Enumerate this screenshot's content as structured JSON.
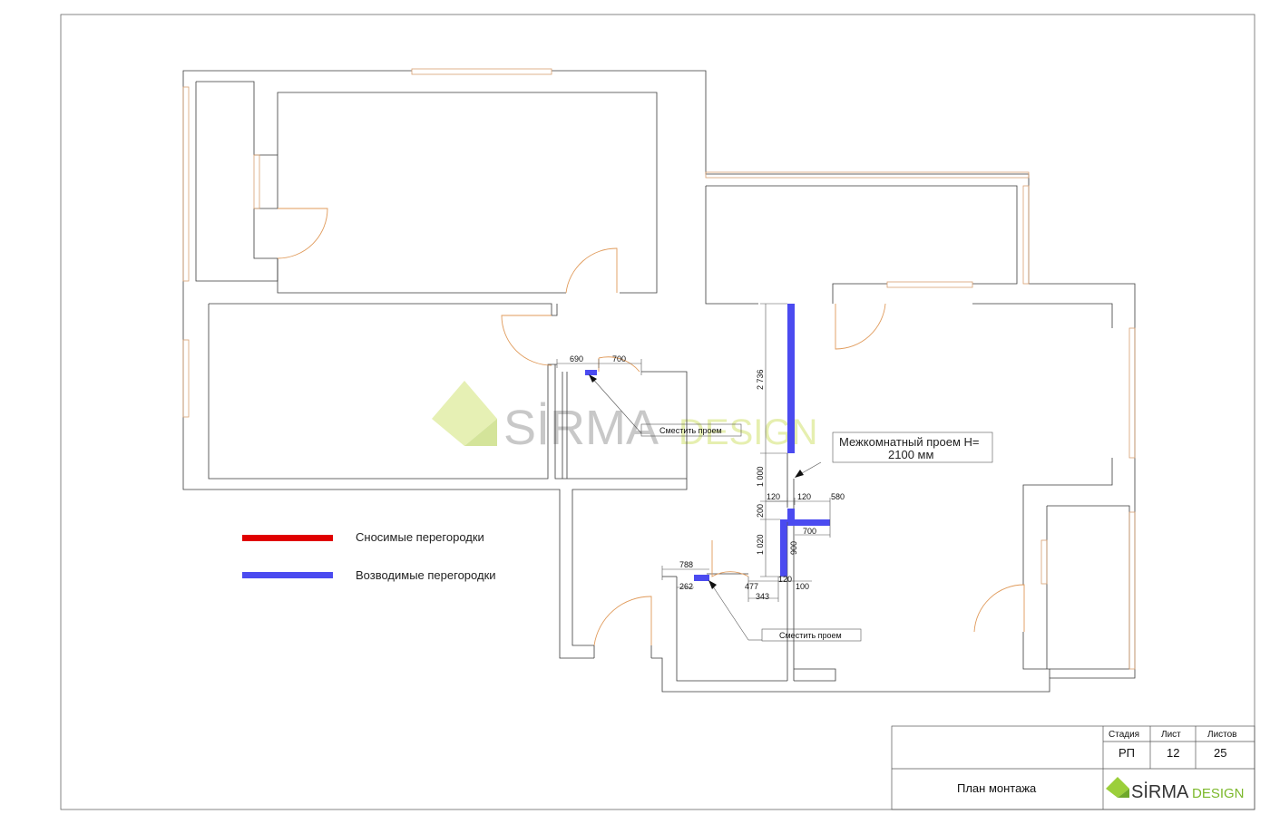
{
  "legend": {
    "demolished": {
      "label": "Сносимые перегородки",
      "color": "#e00000"
    },
    "erected": {
      "label": "Возводимые перегородки",
      "color": "#4b4bf0"
    }
  },
  "watermark": {
    "brand": "SİRMA",
    "suffix": "DESIGN",
    "brand_color": "#c8c8c8",
    "suffix_color": "#e6efb0",
    "mark_color": "#e6f0b4"
  },
  "notes": {
    "opening_line1": "Межкомнатный проем H=",
    "opening_line2": "2100 мм",
    "move_opening_top": "Сместить проем",
    "move_opening_bottom": "Сместить проем"
  },
  "dimensions": {
    "d690": "690",
    "d700a": "700",
    "d2736": "2 736",
    "d1000": "1 000",
    "d120a": "120",
    "d120b": "120",
    "d580": "580",
    "d200": "200",
    "d700b": "700",
    "d1020": "1 020",
    "d900": "900",
    "d788": "788",
    "d262": "262",
    "d477": "477",
    "d120c": "120",
    "d100": "100",
    "d343": "343"
  },
  "title_block": {
    "stage_label": "Стадия",
    "sheet_label": "Лист",
    "sheets_label": "Листов",
    "stage_value": "РП",
    "sheet_value": "12",
    "sheets_value": "25",
    "drawing_title": "План монтажа",
    "logo_brand": "SİRMA",
    "logo_suffix": "DESIGN",
    "logo_brand_color": "#333333",
    "logo_suffix_color": "#7bb82a"
  }
}
